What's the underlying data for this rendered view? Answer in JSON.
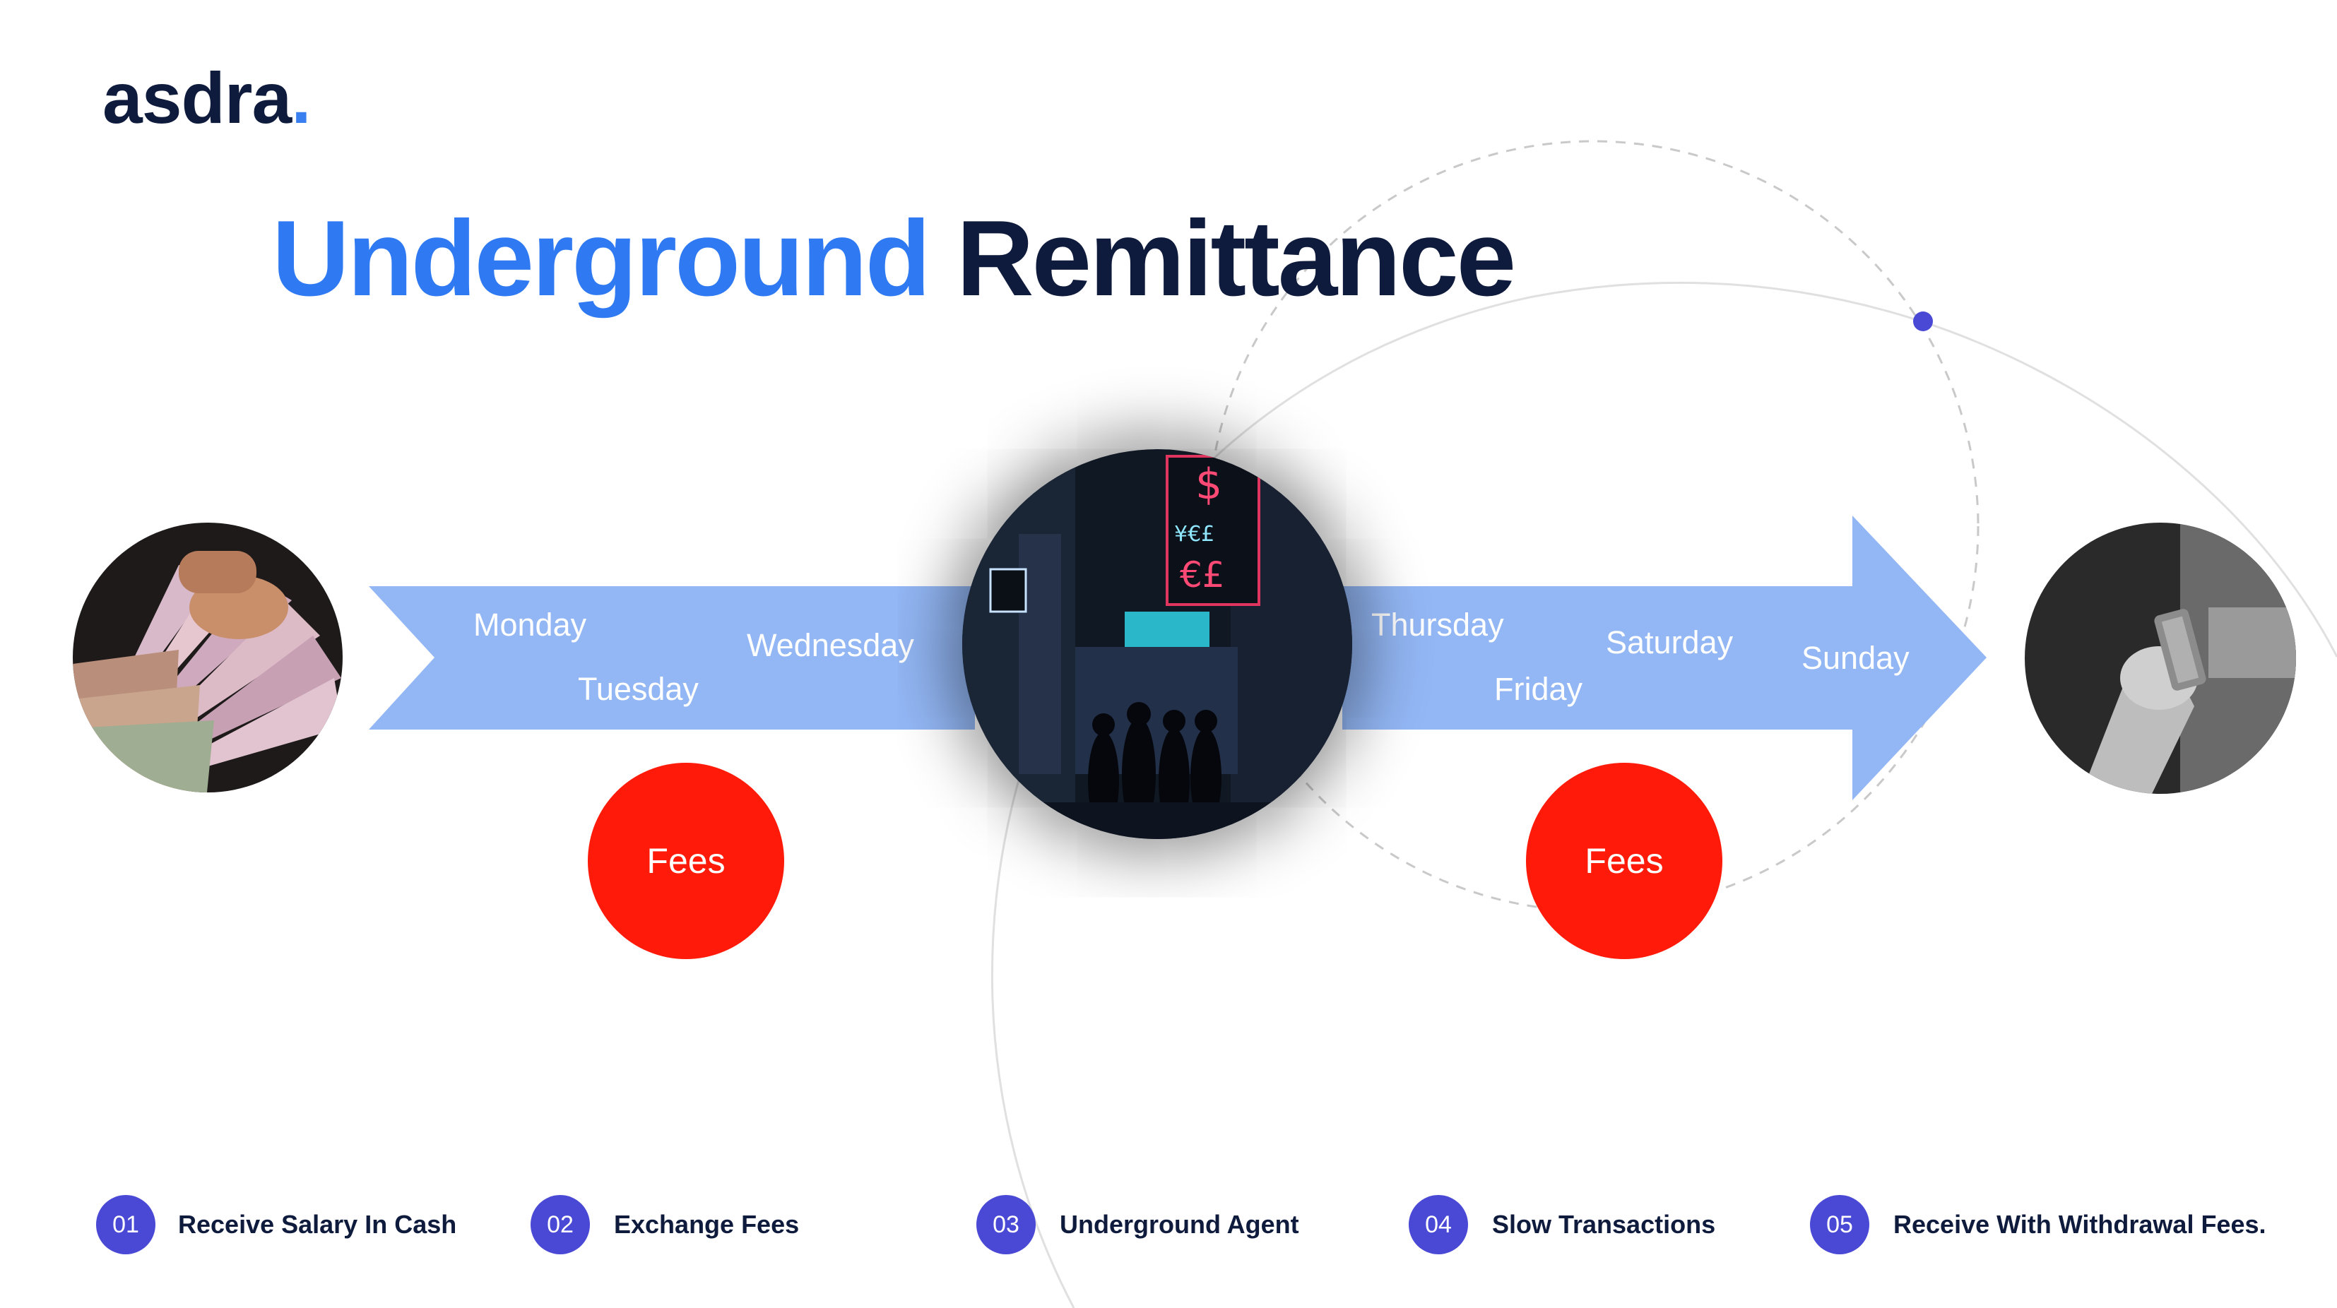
{
  "logo": {
    "text": "asdra",
    "dot": "."
  },
  "title": {
    "word1": "Underground",
    "word2": "Remittance"
  },
  "timeline": {
    "days": [
      "Monday",
      "Tuesday",
      "Wednesday",
      "Thursday",
      "Friday",
      "Saturday",
      "Sunday"
    ]
  },
  "fees": [
    "Fees",
    "Fees"
  ],
  "steps": [
    {
      "num": "01",
      "label": "Receive Salary In Cash"
    },
    {
      "num": "02",
      "label": "Exchange Fees"
    },
    {
      "num": "03",
      "label": "Underground Agent"
    },
    {
      "num": "04",
      "label": "Slow Transactions"
    },
    {
      "num": "05",
      "label": "Receive With Withdrawal Fees."
    }
  ],
  "colors": {
    "navy": "#0f1b3d",
    "title_blue": "#2f7af2",
    "arrow": "#93b7f5",
    "fee_red": "#ff1a0a",
    "step_purple": "#4a49d6"
  },
  "icons": {
    "photo_left": "cash-banknotes-photo",
    "photo_middle": "night-market-currency-exchange-photo",
    "photo_right": "hand-holding-dollar-bill-photo"
  }
}
